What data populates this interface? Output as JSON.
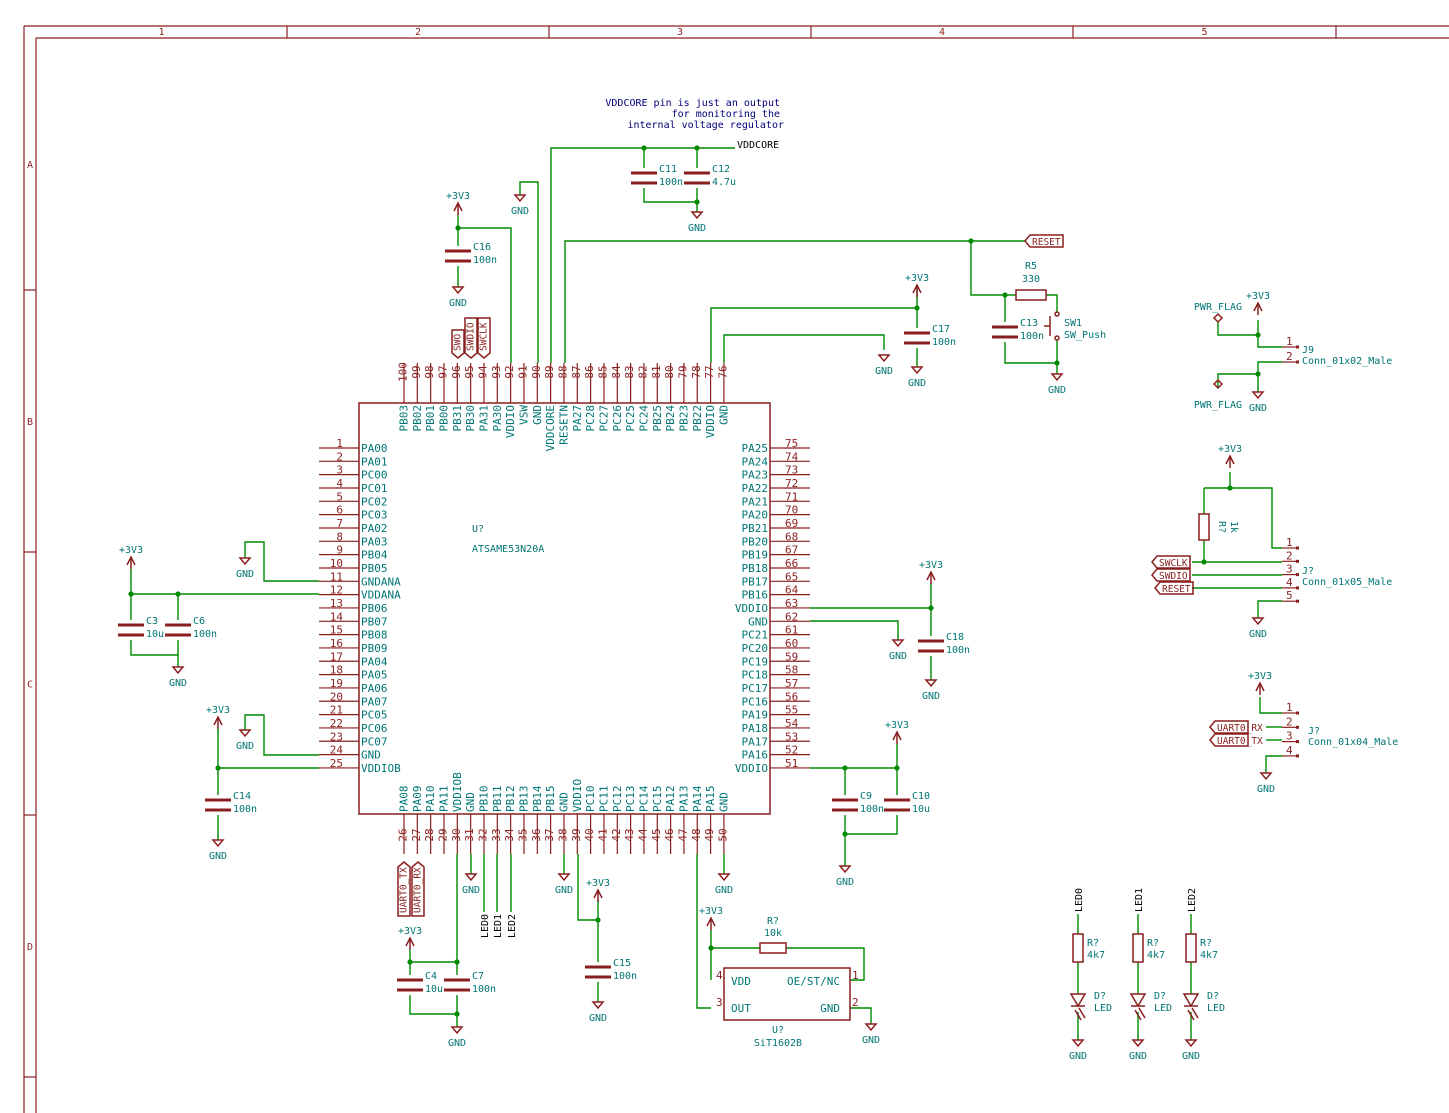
{
  "frame": {
    "columns": [
      "1",
      "2",
      "3",
      "4",
      "5"
    ],
    "rows": [
      "A",
      "B",
      "C",
      "D"
    ]
  },
  "note": [
    "VDDCORE pin is just an output",
    "for monitoring the",
    "internal voltage regulator"
  ],
  "mcu": {
    "ref": "U?",
    "value": "ATSAME53N20A",
    "left_pins": [
      {
        "num": "1",
        "name": "PA00"
      },
      {
        "num": "2",
        "name": "PA01"
      },
      {
        "num": "3",
        "name": "PC00"
      },
      {
        "num": "4",
        "name": "PC01"
      },
      {
        "num": "5",
        "name": "PC02"
      },
      {
        "num": "6",
        "name": "PC03"
      },
      {
        "num": "7",
        "name": "PA02"
      },
      {
        "num": "8",
        "name": "PA03"
      },
      {
        "num": "9",
        "name": "PB04"
      },
      {
        "num": "10",
        "name": "PB05"
      },
      {
        "num": "11",
        "name": "GNDANA"
      },
      {
        "num": "12",
        "name": "VDDANA"
      },
      {
        "num": "13",
        "name": "PB06"
      },
      {
        "num": "14",
        "name": "PB07"
      },
      {
        "num": "15",
        "name": "PB08"
      },
      {
        "num": "16",
        "name": "PB09"
      },
      {
        "num": "17",
        "name": "PA04"
      },
      {
        "num": "18",
        "name": "PA05"
      },
      {
        "num": "19",
        "name": "PA06"
      },
      {
        "num": "20",
        "name": "PA07"
      },
      {
        "num": "21",
        "name": "PC05"
      },
      {
        "num": "22",
        "name": "PC06"
      },
      {
        "num": "23",
        "name": "PC07"
      },
      {
        "num": "24",
        "name": "GND"
      },
      {
        "num": "25",
        "name": "VDDIOB"
      }
    ],
    "right_pins": [
      {
        "num": "75",
        "name": "PA25"
      },
      {
        "num": "74",
        "name": "PA24"
      },
      {
        "num": "73",
        "name": "PA23"
      },
      {
        "num": "72",
        "name": "PA22"
      },
      {
        "num": "71",
        "name": "PA21"
      },
      {
        "num": "70",
        "name": "PA20"
      },
      {
        "num": "69",
        "name": "PB21"
      },
      {
        "num": "68",
        "name": "PB20"
      },
      {
        "num": "67",
        "name": "PB19"
      },
      {
        "num": "66",
        "name": "PB18"
      },
      {
        "num": "65",
        "name": "PB17"
      },
      {
        "num": "64",
        "name": "PB16"
      },
      {
        "num": "63",
        "name": "VDDIO"
      },
      {
        "num": "62",
        "name": "GND"
      },
      {
        "num": "61",
        "name": "PC21"
      },
      {
        "num": "60",
        "name": "PC20"
      },
      {
        "num": "59",
        "name": "PC19"
      },
      {
        "num": "58",
        "name": "PC18"
      },
      {
        "num": "57",
        "name": "PC17"
      },
      {
        "num": "56",
        "name": "PC16"
      },
      {
        "num": "55",
        "name": "PA19"
      },
      {
        "num": "54",
        "name": "PA18"
      },
      {
        "num": "53",
        "name": "PA17"
      },
      {
        "num": "52",
        "name": "PA16"
      },
      {
        "num": "51",
        "name": "VDDIO"
      }
    ],
    "top_pins": [
      {
        "num": "100",
        "name": "PB03"
      },
      {
        "num": "99",
        "name": "PB02"
      },
      {
        "num": "98",
        "name": "PB01"
      },
      {
        "num": "97",
        "name": "PB00"
      },
      {
        "num": "96",
        "name": "PB31"
      },
      {
        "num": "95",
        "name": "PB30"
      },
      {
        "num": "94",
        "name": "PA31"
      },
      {
        "num": "93",
        "name": "PA30"
      },
      {
        "num": "92",
        "name": "VDDIO"
      },
      {
        "num": "91",
        "name": "VSW"
      },
      {
        "num": "90",
        "name": "GND"
      },
      {
        "num": "89",
        "name": "VDDCORE"
      },
      {
        "num": "88",
        "name": "RESETN"
      },
      {
        "num": "87",
        "name": "PA27"
      },
      {
        "num": "86",
        "name": "PC28"
      },
      {
        "num": "85",
        "name": "PC27"
      },
      {
        "num": "84",
        "name": "PC26"
      },
      {
        "num": "83",
        "name": "PC25"
      },
      {
        "num": "82",
        "name": "PC24"
      },
      {
        "num": "81",
        "name": "PB25"
      },
      {
        "num": "80",
        "name": "PB24"
      },
      {
        "num": "79",
        "name": "PB23"
      },
      {
        "num": "78",
        "name": "PB22"
      },
      {
        "num": "77",
        "name": "VDDIO"
      },
      {
        "num": "76",
        "name": "GND"
      }
    ],
    "bottom_pins": [
      {
        "num": "26",
        "name": "PA08"
      },
      {
        "num": "27",
        "name": "PA09"
      },
      {
        "num": "28",
        "name": "PA10"
      },
      {
        "num": "29",
        "name": "PA11"
      },
      {
        "num": "30",
        "name": "VDDIOB"
      },
      {
        "num": "31",
        "name": "GND"
      },
      {
        "num": "32",
        "name": "PB10"
      },
      {
        "num": "33",
        "name": "PB11"
      },
      {
        "num": "34",
        "name": "PB12"
      },
      {
        "num": "35",
        "name": "PB13"
      },
      {
        "num": "36",
        "name": "PB14"
      },
      {
        "num": "37",
        "name": "PB15"
      },
      {
        "num": "38",
        "name": "GND"
      },
      {
        "num": "39",
        "name": "VDDIO"
      },
      {
        "num": "40",
        "name": "PC10"
      },
      {
        "num": "41",
        "name": "PC11"
      },
      {
        "num": "42",
        "name": "PC12"
      },
      {
        "num": "43",
        "name": "PC13"
      },
      {
        "num": "44",
        "name": "PC14"
      },
      {
        "num": "45",
        "name": "PC15"
      },
      {
        "num": "46",
        "name": "PA12"
      },
      {
        "num": "47",
        "name": "PA13"
      },
      {
        "num": "48",
        "name": "PA14"
      },
      {
        "num": "49",
        "name": "PA15"
      },
      {
        "num": "50",
        "name": "GND"
      }
    ]
  },
  "caps": {
    "c3": {
      "ref": "C3",
      "value": "10u"
    },
    "c6": {
      "ref": "C6",
      "value": "100n"
    },
    "c14": {
      "ref": "C14",
      "value": "100n"
    },
    "c16": {
      "ref": "C16",
      "value": "100n"
    },
    "c11": {
      "ref": "C11",
      "value": "100n"
    },
    "c12": {
      "ref": "C12",
      "value": "4.7u"
    },
    "c17": {
      "ref": "C17",
      "value": "100n"
    },
    "c13": {
      "ref": "C13",
      "value": "100n"
    },
    "c18": {
      "ref": "C18",
      "value": "100n"
    },
    "c9": {
      "ref": "C9",
      "value": "100n"
    },
    "c10": {
      "ref": "C10",
      "value": "10u"
    },
    "c4": {
      "ref": "C4",
      "value": "10u"
    },
    "c7": {
      "ref": "C7",
      "value": "100n"
    },
    "c15": {
      "ref": "C15",
      "value": "100n"
    }
  },
  "r5": {
    "ref": "R5",
    "value": "330"
  },
  "sw1": {
    "ref": "SW1",
    "value": "SW_Push"
  },
  "swd_pullup": {
    "ref": "R?",
    "value": "1k"
  },
  "osc_res": {
    "ref": "R?",
    "value": "10k"
  },
  "osc": {
    "ref": "U?",
    "value": "SiT1602B",
    "pins": {
      "vdd": "VDD",
      "out": "OUT",
      "oe": "OE/ST/NC",
      "gnd": "GND",
      "n1": "1",
      "n2": "2",
      "n3": "3",
      "n4": "4"
    }
  },
  "j9": {
    "ref": "J9",
    "value": "Conn_01x02_Male",
    "pins": [
      "1",
      "2"
    ]
  },
  "jswd": {
    "ref": "J?",
    "value": "Conn_01x05_Male",
    "pins": [
      "1",
      "2",
      "3",
      "4",
      "5"
    ]
  },
  "juart": {
    "ref": "J?",
    "value": "Conn_01x04_Male",
    "pins": [
      "1",
      "2",
      "3",
      "4"
    ]
  },
  "leds": [
    {
      "net": "LED0",
      "res_ref": "R?",
      "res_value": "4k7",
      "led_ref": "D?",
      "led_value": "LED"
    },
    {
      "net": "LED1",
      "res_ref": "R?",
      "res_value": "4k7",
      "led_ref": "D?",
      "led_value": "LED"
    },
    {
      "net": "LED2",
      "res_ref": "R?",
      "res_value": "4k7",
      "led_ref": "D?",
      "led_value": "LED"
    }
  ],
  "power": {
    "v33": "+3V3",
    "gnd": "GND",
    "pwr_flag": "PWR_FLAG"
  },
  "nets": {
    "vddcore": "VDDCORE",
    "reset": "RESET",
    "swclk": "SWCLK",
    "swdio": "SWDIO",
    "swo": "SWO",
    "uart0_tx": "UART0_TX",
    "uart0_rx": "UART0_RX",
    "led0": "LED0",
    "led1": "LED1",
    "led2": "LED2"
  }
}
